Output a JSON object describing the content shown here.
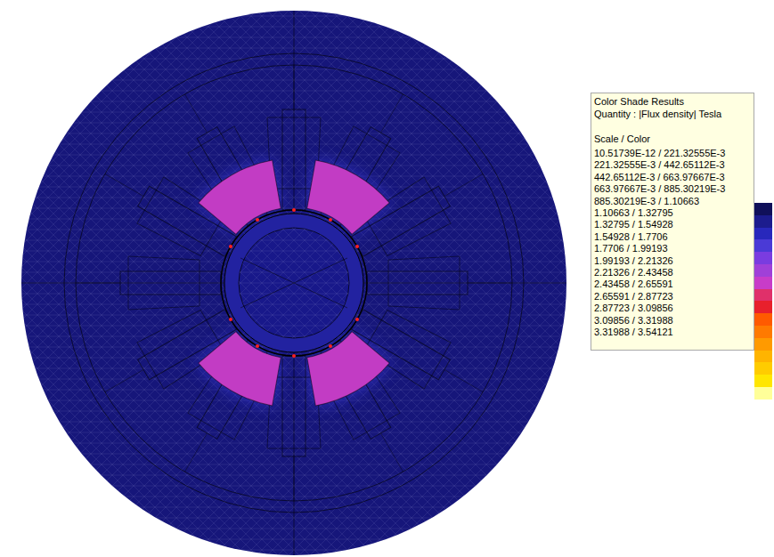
{
  "diagram": {
    "labels": [
      "Color Shade Results",
      "Quantity : |Flux density| Tesla",
      "Scale / Color"
    ],
    "legend": [
      {
        "text": "10.51739E-12 / 221.32555E-3",
        "color": "#10105a"
      },
      {
        "text": "221.32555E-3 / 442.65112E-3",
        "color": "#1c1c8e"
      },
      {
        "text": "442.65112E-3 / 663.97667E-3",
        "color": "#2828bc"
      },
      {
        "text": "663.97667E-3 / 885.30219E-3",
        "color": "#4a3ad6"
      },
      {
        "text": "885.30219E-3 / 1.10663",
        "color": "#7a3ce0"
      },
      {
        "text": "1.10663 / 1.32795",
        "color": "#a040d8"
      },
      {
        "text": "1.32795 / 1.54928",
        "color": "#c83cc8"
      },
      {
        "text": "1.54928 / 1.7706",
        "color": "#e0306a"
      },
      {
        "text": "1.7706 / 1.99193",
        "color": "#e8202c"
      },
      {
        "text": "1.99193 / 2.21326",
        "color": "#ff5a00"
      },
      {
        "text": "2.21326 / 2.43458",
        "color": "#ff7a00"
      },
      {
        "text": "2.43458 / 2.65591",
        "color": "#ff9a00"
      },
      {
        "text": "2.65591 / 2.87723",
        "color": "#ffb400"
      },
      {
        "text": "2.87723 / 3.09856",
        "color": "#ffcc00"
      },
      {
        "text": "3.09856 / 3.31988",
        "color": "#ffe600"
      },
      {
        "text": "3.31988 / 3.54121",
        "color": "#ffff99"
      }
    ]
  }
}
